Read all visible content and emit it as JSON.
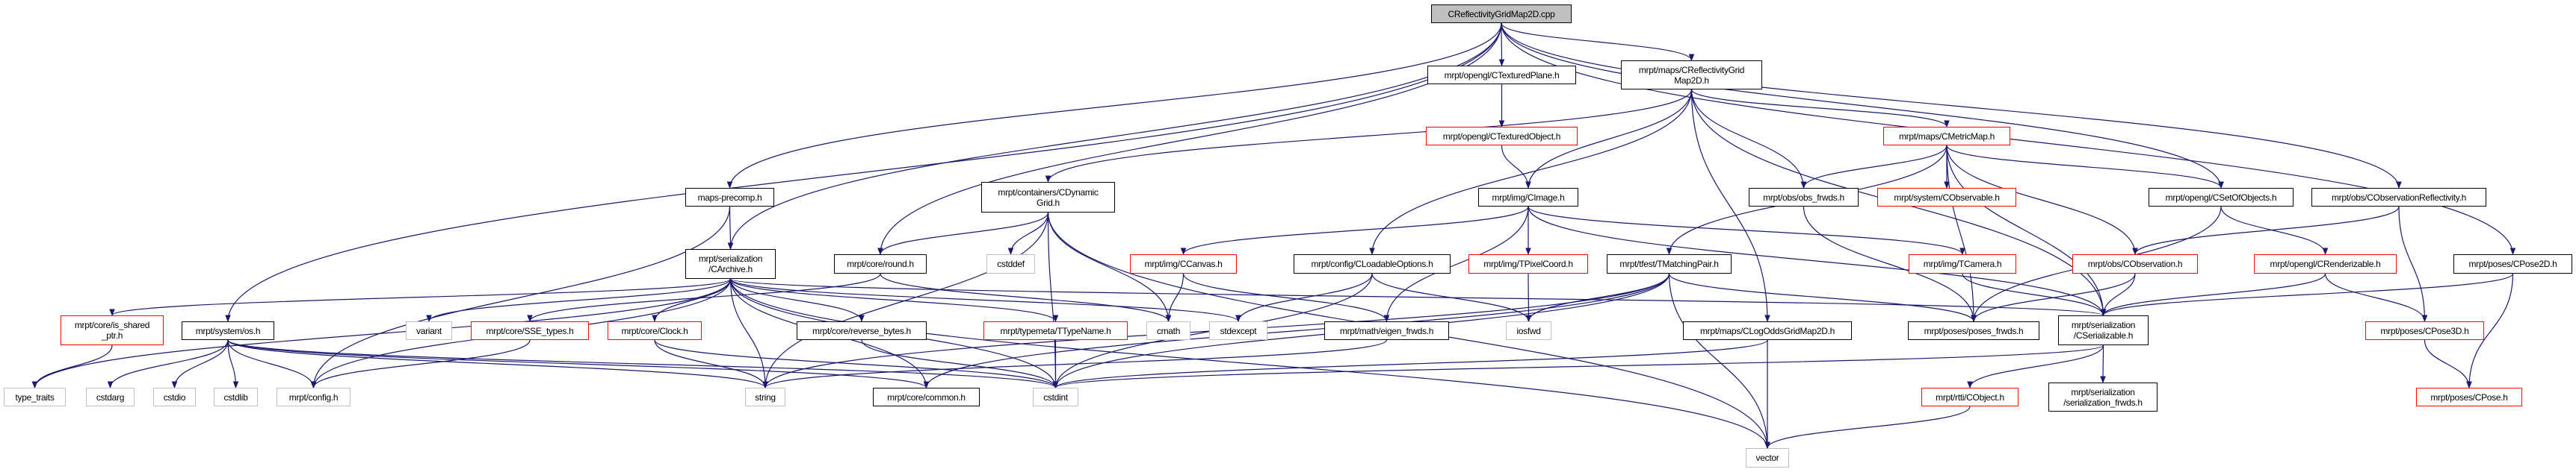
{
  "graph": {
    "colors": {
      "edge": "#191970",
      "normal_border": "#000000",
      "truncated_border": "#ff0000",
      "external_border": "#bfbfbf",
      "root_fill": "#bfbfbf"
    },
    "nodes": {
      "root": {
        "label": "CReflectivityGridMap2D.cpp",
        "kind": "root"
      },
      "texturedplane": {
        "label": "mrpt/opengl/CTexturedPlane.h",
        "kind": "normal"
      },
      "reflgrid": {
        "label": "mrpt/maps/CReflectivityGrid\nMap2D.h",
        "kind": "normal"
      },
      "texturedobject": {
        "label": "mrpt/opengl/CTexturedObject.h",
        "kind": "red"
      },
      "cmetricmap": {
        "label": "mrpt/maps/CMetricMap.h",
        "kind": "red"
      },
      "mapsprecomp": {
        "label": "maps-precomp.h",
        "kind": "normal"
      },
      "dyngrid": {
        "label": "mrpt/containers/CDynamic\nGrid.h",
        "kind": "normal"
      },
      "cimage": {
        "label": "mrpt/img/CImage.h",
        "kind": "normal"
      },
      "obsfrwds": {
        "label": "mrpt/obs/obs_frwds.h",
        "kind": "normal"
      },
      "cobservable": {
        "label": "mrpt/system/CObservable.h",
        "kind": "red"
      },
      "csetofobjects": {
        "label": "mrpt/opengl/CSetOfObjects.h",
        "kind": "normal"
      },
      "cobsrefl": {
        "label": "mrpt/obs/CObservationReflectivity.h",
        "kind": "normal"
      },
      "carchive": {
        "label": "mrpt/serialization\n/CArchive.h",
        "kind": "normal"
      },
      "round": {
        "label": "mrpt/core/round.h",
        "kind": "normal"
      },
      "cstddef": {
        "label": "cstddef",
        "kind": "gray"
      },
      "ccanvas": {
        "label": "mrpt/img/CCanvas.h",
        "kind": "red"
      },
      "cloadable": {
        "label": "mrpt/config/CLoadableOptions.h",
        "kind": "normal"
      },
      "tpixel": {
        "label": "mrpt/img/TPixelCoord.h",
        "kind": "red"
      },
      "tmatching": {
        "label": "mrpt/tfest/TMatchingPair.h",
        "kind": "normal"
      },
      "tcamera": {
        "label": "mrpt/img/TCamera.h",
        "kind": "red"
      },
      "cobservation": {
        "label": "mrpt/obs/CObservation.h",
        "kind": "red"
      },
      "crenderizable": {
        "label": "mrpt/opengl/CRenderizable.h",
        "kind": "red"
      },
      "cpose2d": {
        "label": "mrpt/poses/CPose2D.h",
        "kind": "normal"
      },
      "isshared": {
        "label": "mrpt/core/is_shared\n_ptr.h",
        "kind": "red"
      },
      "os": {
        "label": "mrpt/system/os.h",
        "kind": "normal"
      },
      "variant": {
        "label": "variant",
        "kind": "gray"
      },
      "sse": {
        "label": "mrpt/core/SSE_types.h",
        "kind": "red"
      },
      "clock": {
        "label": "mrpt/core/Clock.h",
        "kind": "red"
      },
      "revbytes": {
        "label": "mrpt/core/reverse_bytes.h",
        "kind": "normal"
      },
      "ttypename": {
        "label": "mrpt/typemeta/TTypeName.h",
        "kind": "red"
      },
      "cmath": {
        "label": "cmath",
        "kind": "gray"
      },
      "stdexcept": {
        "label": "stdexcept",
        "kind": "gray"
      },
      "eigen": {
        "label": "mrpt/math/eigen_frwds.h",
        "kind": "normal"
      },
      "iosfwd": {
        "label": "iosfwd",
        "kind": "gray"
      },
      "clogodds": {
        "label": "mrpt/maps/CLogOddsGridMap2D.h",
        "kind": "normal"
      },
      "posesfrwds": {
        "label": "mrpt/poses/poses_frwds.h",
        "kind": "normal"
      },
      "cserializable": {
        "label": "mrpt/serialization\n/CSerializable.h",
        "kind": "normal"
      },
      "cpose3d": {
        "label": "mrpt/poses/CPose3D.h",
        "kind": "red"
      },
      "typetraits": {
        "label": "type_traits",
        "kind": "gray"
      },
      "cstdarg": {
        "label": "cstdarg",
        "kind": "gray"
      },
      "cstdio": {
        "label": "cstdio",
        "kind": "gray"
      },
      "cstdlib": {
        "label": "cstdlib",
        "kind": "gray"
      },
      "config": {
        "label": "mrpt/config.h",
        "kind": "gray"
      },
      "string": {
        "label": "string",
        "kind": "gray"
      },
      "common": {
        "label": "mrpt/core/common.h",
        "kind": "normal"
      },
      "cstdint": {
        "label": "cstdint",
        "kind": "gray"
      },
      "cobject": {
        "label": "mrpt/rtti/CObject.h",
        "kind": "red"
      },
      "serfrwds": {
        "label": "mrpt/serialization\n/serialization_frwds.h",
        "kind": "normal"
      },
      "cpose": {
        "label": "mrpt/poses/CPose.h",
        "kind": "red"
      },
      "vector": {
        "label": "vector",
        "kind": "gray"
      }
    },
    "edges": [
      [
        "root",
        "os"
      ],
      [
        "root",
        "carchive"
      ],
      [
        "root",
        "mapsprecomp"
      ],
      [
        "root",
        "round"
      ],
      [
        "root",
        "texturedplane"
      ],
      [
        "root",
        "reflgrid"
      ],
      [
        "root",
        "csetofobjects"
      ],
      [
        "root",
        "cobsrefl"
      ],
      [
        "root",
        "cpose2d"
      ],
      [
        "mapsprecomp",
        "carchive"
      ],
      [
        "mapsprecomp",
        "config"
      ],
      [
        "carchive",
        "typetraits"
      ],
      [
        "carchive",
        "isshared"
      ],
      [
        "carchive",
        "config"
      ],
      [
        "carchive",
        "variant"
      ],
      [
        "carchive",
        "clock"
      ],
      [
        "carchive",
        "string"
      ],
      [
        "carchive",
        "revbytes"
      ],
      [
        "carchive",
        "ttypename"
      ],
      [
        "carchive",
        "cstdint"
      ],
      [
        "carchive",
        "stdexcept"
      ],
      [
        "carchive",
        "cserializable"
      ],
      [
        "carchive",
        "vector"
      ],
      [
        "carchive",
        "common"
      ],
      [
        "isshared",
        "typetraits"
      ],
      [
        "os",
        "cstdarg"
      ],
      [
        "os",
        "cstdio"
      ],
      [
        "os",
        "cstdlib"
      ],
      [
        "os",
        "config"
      ],
      [
        "os",
        "string"
      ],
      [
        "os",
        "cstdint"
      ],
      [
        "os",
        "common"
      ],
      [
        "sse",
        "config"
      ],
      [
        "clock",
        "string"
      ],
      [
        "clock",
        "cstdint"
      ],
      [
        "revbytes",
        "cstdint"
      ],
      [
        "ttypename",
        "cstdint"
      ],
      [
        "round",
        "sse"
      ],
      [
        "round",
        "cmath"
      ],
      [
        "dyngrid",
        "round"
      ],
      [
        "dyngrid",
        "cstddef"
      ],
      [
        "dyngrid",
        "cmath"
      ],
      [
        "dyngrid",
        "vector"
      ],
      [
        "dyngrid",
        "string"
      ],
      [
        "dyngrid",
        "cstdint"
      ],
      [
        "texturedplane",
        "texturedobject"
      ],
      [
        "texturedobject",
        "cimage"
      ],
      [
        "reflgrid",
        "dyngrid"
      ],
      [
        "reflgrid",
        "cimage"
      ],
      [
        "reflgrid",
        "cloadable"
      ],
      [
        "reflgrid",
        "clogodds"
      ],
      [
        "reflgrid",
        "obsfrwds"
      ],
      [
        "reflgrid",
        "cmetricmap"
      ],
      [
        "reflgrid",
        "cserializable"
      ],
      [
        "cimage",
        "ccanvas"
      ],
      [
        "cimage",
        "tpixel"
      ],
      [
        "cimage",
        "tcamera"
      ],
      [
        "cimage",
        "cserializable"
      ],
      [
        "cimage",
        "eigen"
      ],
      [
        "ccanvas",
        "cmath"
      ],
      [
        "ccanvas",
        "eigen"
      ],
      [
        "cloadable",
        "stdexcept"
      ],
      [
        "cloadable",
        "iosfwd"
      ],
      [
        "cloadable",
        "cstdint"
      ],
      [
        "tpixel",
        "iosfwd"
      ],
      [
        "tmatching",
        "iosfwd"
      ],
      [
        "tmatching",
        "string"
      ],
      [
        "tmatching",
        "cstdint"
      ],
      [
        "tmatching",
        "vector"
      ],
      [
        "tmatching",
        "common"
      ],
      [
        "tmatching",
        "posesfrwds"
      ],
      [
        "eigen",
        "string"
      ],
      [
        "clogodds",
        "cstdint"
      ],
      [
        "clogodds",
        "vector"
      ],
      [
        "cmetricmap",
        "obsfrwds"
      ],
      [
        "cmetricmap",
        "cobservable"
      ],
      [
        "cmetricmap",
        "csetofobjects"
      ],
      [
        "cmetricmap",
        "cobservation"
      ],
      [
        "cmetricmap",
        "cserializable"
      ],
      [
        "cmetricmap",
        "tmatching"
      ],
      [
        "cmetricmap",
        "posesfrwds"
      ],
      [
        "obsfrwds",
        "posesfrwds"
      ],
      [
        "csetofobjects",
        "crenderizable"
      ],
      [
        "csetofobjects",
        "posesfrwds"
      ],
      [
        "cobsrefl",
        "cobservation"
      ],
      [
        "cobsrefl",
        "cpose3d"
      ],
      [
        "tcamera",
        "cserializable"
      ],
      [
        "cobservation",
        "posesfrwds"
      ],
      [
        "cobservation",
        "cserializable"
      ],
      [
        "crenderizable",
        "cserializable"
      ],
      [
        "crenderizable",
        "cpose3d"
      ],
      [
        "cpose2d",
        "cserializable"
      ],
      [
        "cpose2d",
        "cpose"
      ],
      [
        "cserializable",
        "cobject"
      ],
      [
        "cserializable",
        "serfrwds"
      ],
      [
        "cserializable",
        "cstdint"
      ],
      [
        "cobject",
        "vector"
      ],
      [
        "cpose3d",
        "cpose"
      ]
    ]
  }
}
